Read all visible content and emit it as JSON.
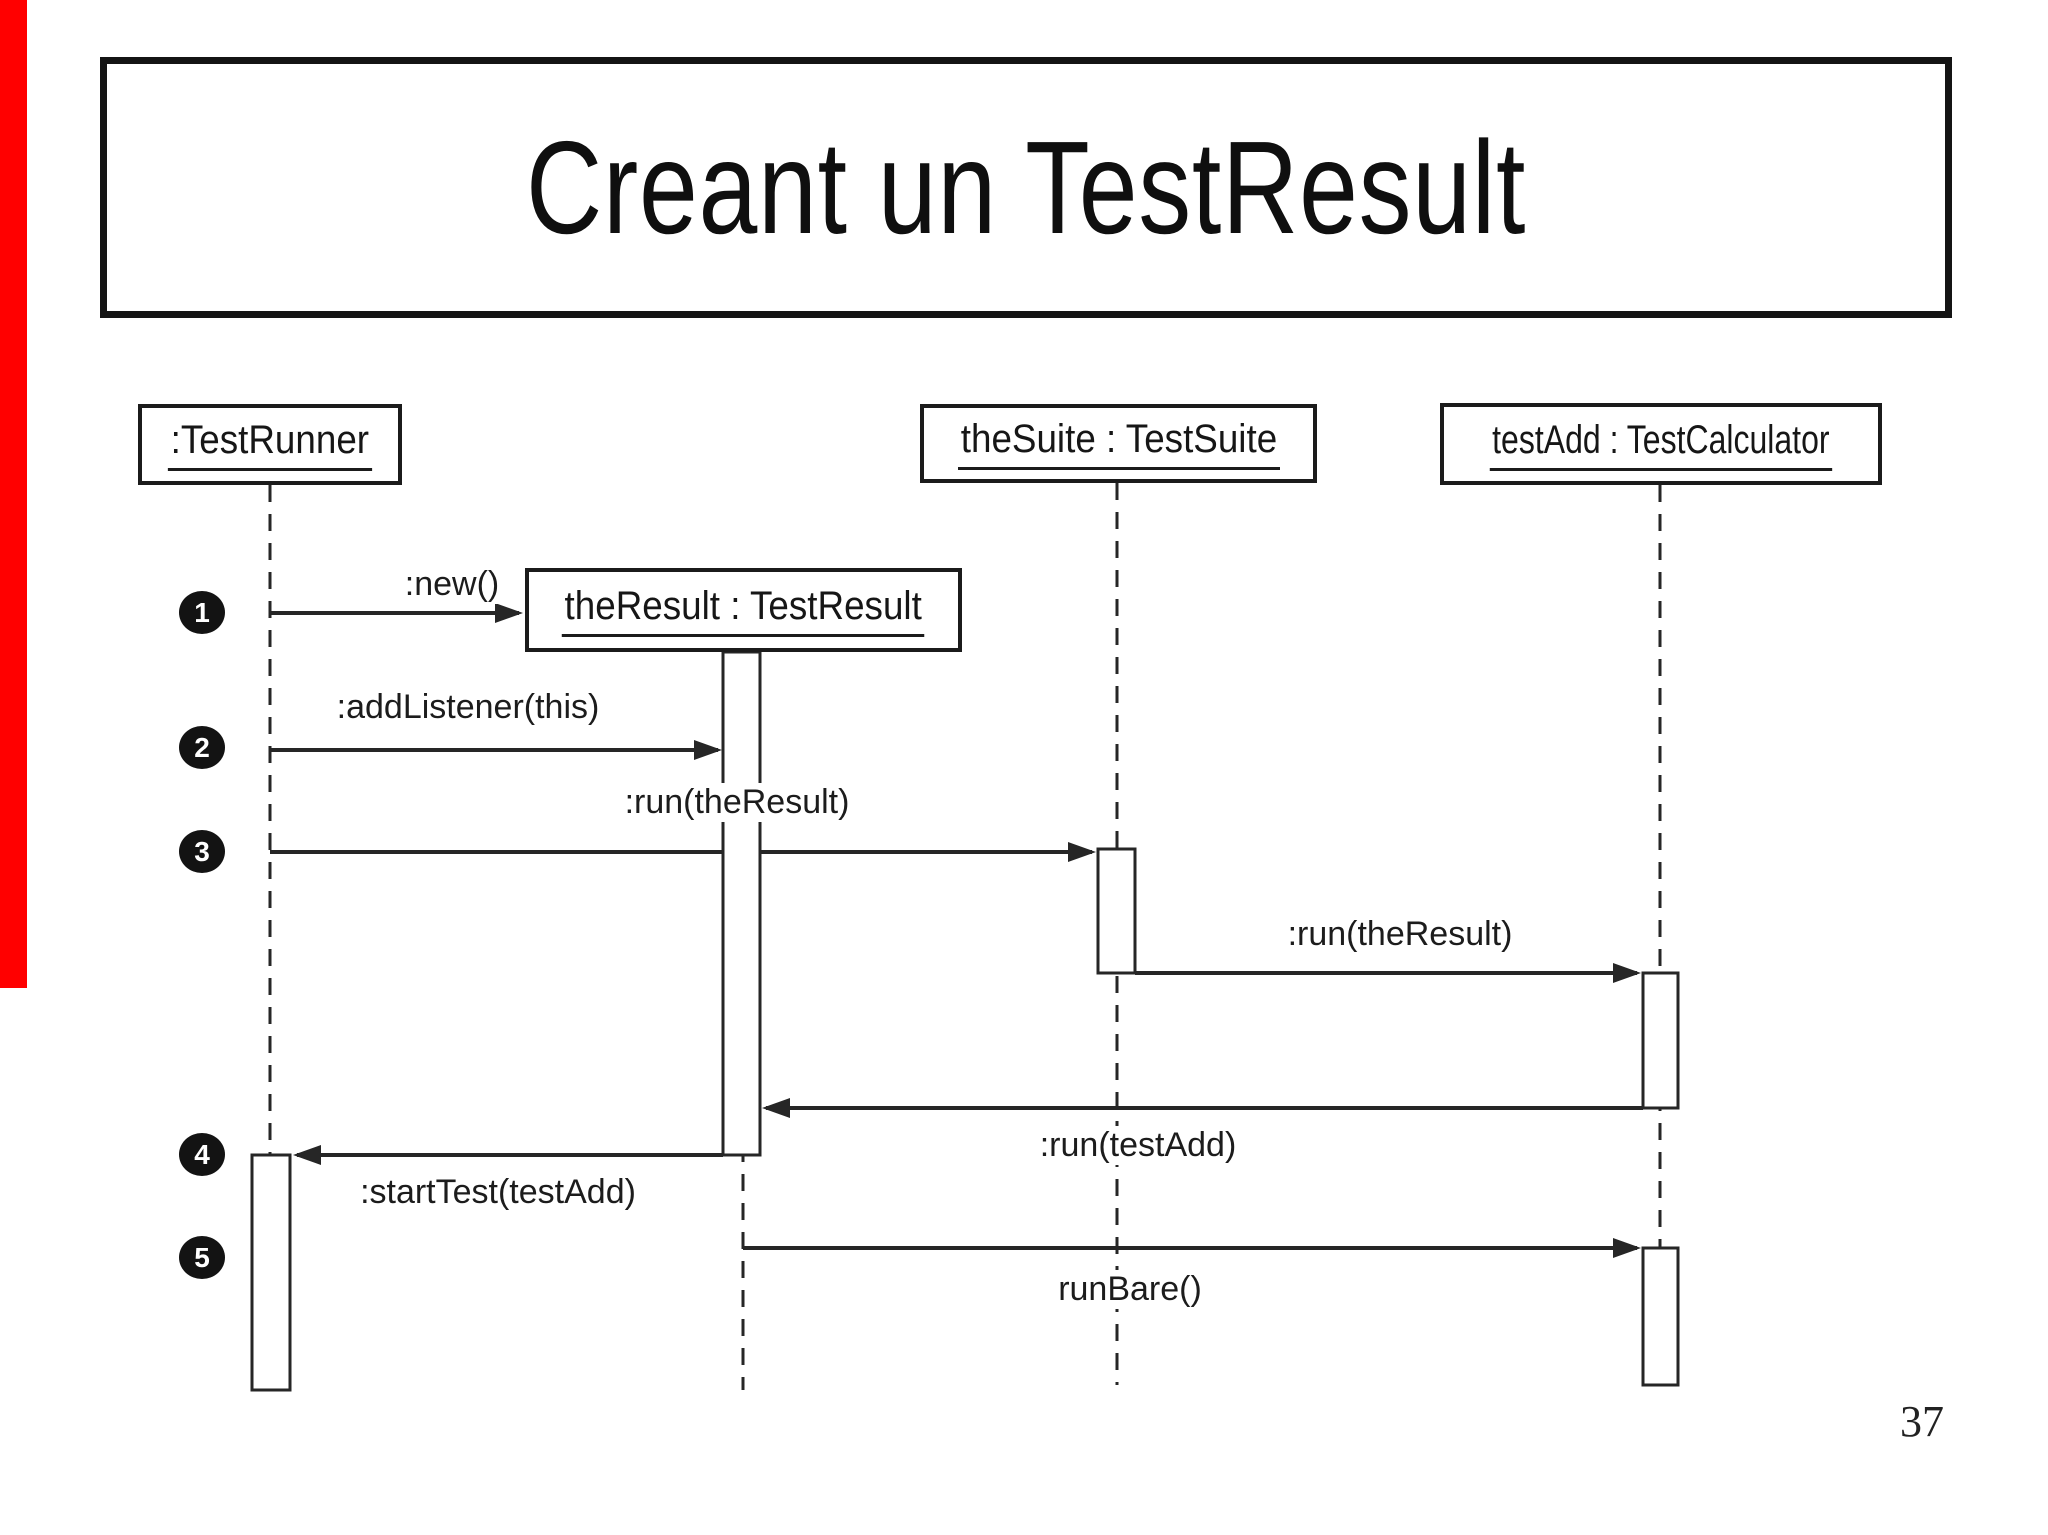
{
  "slide": {
    "title": "Creant un TestResult",
    "page_number": "37"
  },
  "colors": {
    "edge_strip": "#ff0000",
    "ink": "#1c1c1c"
  },
  "diagram": {
    "type": "uml-sequence",
    "participants": [
      {
        "label": ":TestRunner"
      },
      {
        "label": "theSuite : TestSuite"
      },
      {
        "label": "testAdd : TestCalculator"
      }
    ],
    "created_object": {
      "label": "theResult : TestResult"
    },
    "steps": [
      {
        "n": "1"
      },
      {
        "n": "2"
      },
      {
        "n": "3"
      },
      {
        "n": "4"
      },
      {
        "n": "5"
      }
    ],
    "messages": [
      {
        "label": ":new()"
      },
      {
        "label": ":addListener(this)"
      },
      {
        "label": ":run(theResult)"
      },
      {
        "label": ":run(theResult)"
      },
      {
        "label": ":run(testAdd)"
      },
      {
        "label": ":startTest(testAdd)"
      },
      {
        "label": "runBare()"
      }
    ]
  }
}
